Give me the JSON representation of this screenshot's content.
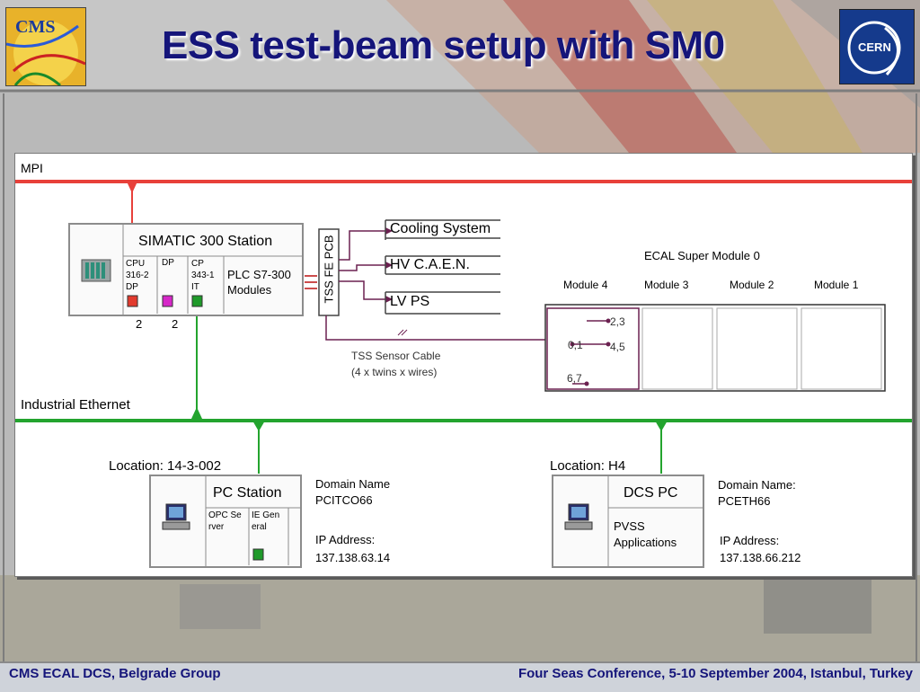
{
  "title": "ESS test-beam setup with SM0",
  "logos": {
    "cms": "CMS",
    "cern": "CERN"
  },
  "footer": {
    "left": "CMS ECAL DCS, Belgrade Group",
    "right": "Four Seas Conference, 5-10 September 2004, Istanbul, Turkey"
  },
  "diagram": {
    "mpi_label": "MPI",
    "ethernet_label": "Industrial Ethernet",
    "simatic": {
      "title": "SIMATIC 300 Station",
      "slots": [
        {
          "label": "CPU 316-2 DP",
          "color": "#e23b2e"
        },
        {
          "label": "DP",
          "color": "#d627c8"
        },
        {
          "label": "CP 343-1 IT",
          "color": "#1f9a2a"
        }
      ],
      "modules_label": "PLC S7-300 Modules",
      "counts": [
        "2",
        "2"
      ]
    },
    "tss_fe_pcb": "TSS FE PCB",
    "outputs": [
      "Cooling System",
      "HV C.A.E.N.",
      "LV PS"
    ],
    "sensor_cable": [
      "TSS Sensor Cable",
      "(4 x twins x wires)"
    ],
    "super_module": {
      "title": "ECAL Super Module 0",
      "modules": [
        "Module 4",
        "Module 3",
        "Module 2",
        "Module 1"
      ],
      "sensors": [
        "2,3",
        "0,1",
        "4,5",
        "6,7"
      ]
    },
    "pc_station": {
      "location": "Location: 14-3-002",
      "title": "PC Station",
      "slots": [
        {
          "label": "OPC Se rver"
        },
        {
          "label": "IE Gen eral",
          "color": "#1f9a2a"
        }
      ],
      "domain_label": "Domain Name",
      "domain": "PCITCO66",
      "ip_label": "IP Address:",
      "ip": "137.138.63.14"
    },
    "dcs_pc": {
      "location": "Location: H4",
      "title": "DCS PC",
      "apps": [
        "PVSS",
        "Applications"
      ],
      "domain_label": "Domain Name:",
      "domain": "PCETH66",
      "ip_label": "IP Address:",
      "ip": "137.138.66.212"
    }
  },
  "colors": {
    "mpi_line": "#e8403a",
    "ethernet_line": "#23a42e",
    "title": "#15157a",
    "cable": "#6b2050"
  },
  "icons": [
    "cms-logo",
    "cern-logo",
    "plc-rack-icon",
    "computer-icon"
  ]
}
